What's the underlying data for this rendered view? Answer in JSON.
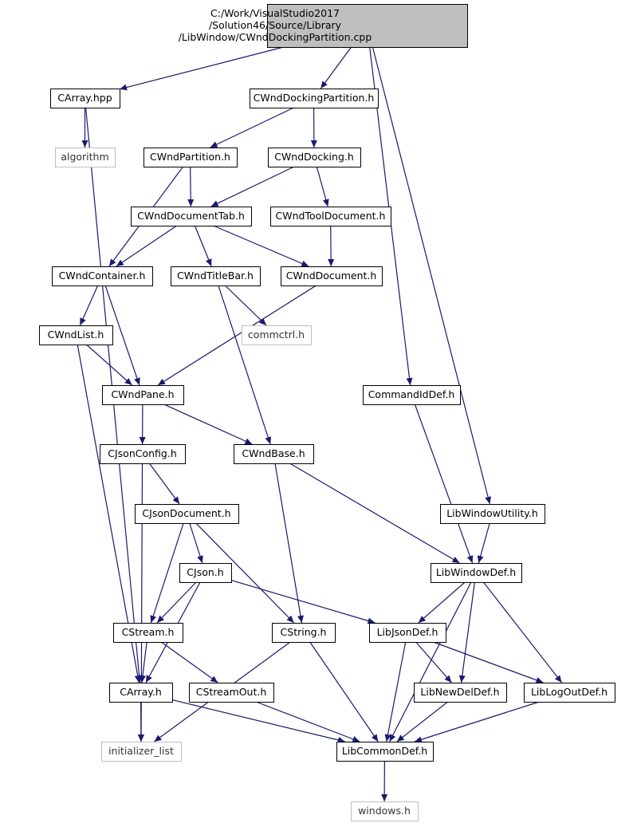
{
  "colors": {
    "edge": "#191970",
    "node_border": "#000000",
    "node_fill": "#ffffff",
    "root_fill": "#bfbfbf",
    "external_border": "#bfbfbf"
  },
  "nodes": [
    {
      "id": "root",
      "lines": [
        "C:/Work/VisualStudio2017",
        "/Solution46/Source/Library",
        "/LibWindow/CWndDockingPartition.cpp"
      ],
      "kind": "root"
    },
    {
      "id": "carray_hpp",
      "lines": [
        "CArray.hpp"
      ],
      "kind": "normal"
    },
    {
      "id": "algorithm",
      "lines": [
        "algorithm"
      ],
      "kind": "external"
    },
    {
      "id": "cwnddockingpartition_h",
      "lines": [
        "CWndDockingPartition.h"
      ],
      "kind": "normal"
    },
    {
      "id": "cwndpartition_h",
      "lines": [
        "CWndPartition.h"
      ],
      "kind": "normal"
    },
    {
      "id": "cwnddocking_h",
      "lines": [
        "CWndDocking.h"
      ],
      "kind": "normal"
    },
    {
      "id": "cwnddocumenttab_h",
      "lines": [
        "CWndDocumentTab.h"
      ],
      "kind": "normal"
    },
    {
      "id": "cwndtooldocument_h",
      "lines": [
        "CWndToolDocument.h"
      ],
      "kind": "normal"
    },
    {
      "id": "cwndcontainer_h",
      "lines": [
        "CWndContainer.h"
      ],
      "kind": "normal"
    },
    {
      "id": "cwndtitlebar_h",
      "lines": [
        "CWndTitleBar.h"
      ],
      "kind": "normal"
    },
    {
      "id": "cwnddocument_h",
      "lines": [
        "CWndDocument.h"
      ],
      "kind": "normal"
    },
    {
      "id": "commctrl_h",
      "lines": [
        "commctrl.h"
      ],
      "kind": "external"
    },
    {
      "id": "cwndlist_h",
      "lines": [
        "CWndList.h"
      ],
      "kind": "normal"
    },
    {
      "id": "cwndpane_h",
      "lines": [
        "CWndPane.h"
      ],
      "kind": "normal"
    },
    {
      "id": "commandiddef_h",
      "lines": [
        "CommandIdDef.h"
      ],
      "kind": "normal"
    },
    {
      "id": "cjsonconfig_h",
      "lines": [
        "CJsonConfig.h"
      ],
      "kind": "normal"
    },
    {
      "id": "cwndbase_h",
      "lines": [
        "CWndBase.h"
      ],
      "kind": "normal"
    },
    {
      "id": "cjsondocument_h",
      "lines": [
        "CJsonDocument.h"
      ],
      "kind": "normal"
    },
    {
      "id": "libwindowutility_h",
      "lines": [
        "LibWindowUtility.h"
      ],
      "kind": "normal"
    },
    {
      "id": "cjson_h",
      "lines": [
        "CJson.h"
      ],
      "kind": "normal"
    },
    {
      "id": "libwindowdef_h",
      "lines": [
        "LibWindowDef.h"
      ],
      "kind": "normal"
    },
    {
      "id": "cstream_h",
      "lines": [
        "CStream.h"
      ],
      "kind": "normal"
    },
    {
      "id": "cstring_h",
      "lines": [
        "CString.h"
      ],
      "kind": "normal"
    },
    {
      "id": "libjsondef_h",
      "lines": [
        "LibJsonDef.h"
      ],
      "kind": "normal"
    },
    {
      "id": "carray_h",
      "lines": [
        "CArray.h"
      ],
      "kind": "normal"
    },
    {
      "id": "cstreamout_h",
      "lines": [
        "CStreamOut.h"
      ],
      "kind": "normal"
    },
    {
      "id": "libnewdeldef_h",
      "lines": [
        "LibNewDelDef.h"
      ],
      "kind": "normal"
    },
    {
      "id": "liblogoutdef_h",
      "lines": [
        "LibLogOutDef.h"
      ],
      "kind": "normal"
    },
    {
      "id": "initializer_list",
      "lines": [
        "initializer_list"
      ],
      "kind": "external"
    },
    {
      "id": "libcommondef_h",
      "lines": [
        "LibCommonDef.h"
      ],
      "kind": "normal"
    },
    {
      "id": "windows_h",
      "lines": [
        "windows.h"
      ],
      "kind": "external"
    }
  ],
  "edges": [
    [
      "root",
      "carray_hpp"
    ],
    [
      "root",
      "cwnddockingpartition_h"
    ],
    [
      "root",
      "commandiddef_h"
    ],
    [
      "root",
      "libwindowutility_h"
    ],
    [
      "carray_hpp",
      "algorithm"
    ],
    [
      "carray_hpp",
      "carray_h"
    ],
    [
      "cwnddockingpartition_h",
      "cwndpartition_h"
    ],
    [
      "cwnddockingpartition_h",
      "cwnddocking_h"
    ],
    [
      "cwndpartition_h",
      "cwnddocumenttab_h"
    ],
    [
      "cwndpartition_h",
      "cwndcontainer_h"
    ],
    [
      "cwnddocking_h",
      "cwnddocumenttab_h"
    ],
    [
      "cwnddocking_h",
      "cwndtooldocument_h"
    ],
    [
      "cwnddocumenttab_h",
      "cwndcontainer_h"
    ],
    [
      "cwnddocumenttab_h",
      "cwndtitlebar_h"
    ],
    [
      "cwnddocumenttab_h",
      "cwnddocument_h"
    ],
    [
      "cwndtooldocument_h",
      "cwnddocument_h"
    ],
    [
      "cwndcontainer_h",
      "cwndlist_h"
    ],
    [
      "cwndcontainer_h",
      "cwndpane_h"
    ],
    [
      "cwndtitlebar_h",
      "commctrl_h"
    ],
    [
      "cwndtitlebar_h",
      "cwndbase_h"
    ],
    [
      "cwnddocument_h",
      "cwndpane_h"
    ],
    [
      "cwndlist_h",
      "cwndpane_h"
    ],
    [
      "cwndlist_h",
      "carray_h"
    ],
    [
      "cwndpane_h",
      "cjsonconfig_h"
    ],
    [
      "cwndpane_h",
      "cwndbase_h"
    ],
    [
      "commandiddef_h",
      "libwindowdef_h"
    ],
    [
      "cjsonconfig_h",
      "cjsondocument_h"
    ],
    [
      "cjsonconfig_h",
      "initializer_list"
    ],
    [
      "cwndbase_h",
      "libwindowdef_h"
    ],
    [
      "cwndbase_h",
      "cstring_h"
    ],
    [
      "cjsondocument_h",
      "cjson_h"
    ],
    [
      "cjsondocument_h",
      "cstream_h"
    ],
    [
      "cjsondocument_h",
      "cstring_h"
    ],
    [
      "libwindowutility_h",
      "libwindowdef_h"
    ],
    [
      "cjson_h",
      "cstream_h"
    ],
    [
      "cjson_h",
      "carray_h"
    ],
    [
      "cjson_h",
      "libjsondef_h"
    ],
    [
      "libwindowdef_h",
      "libjsondef_h"
    ],
    [
      "libwindowdef_h",
      "libnewdeldef_h"
    ],
    [
      "libwindowdef_h",
      "liblogoutdef_h"
    ],
    [
      "libwindowdef_h",
      "libcommondef_h"
    ],
    [
      "cstream_h",
      "carray_h"
    ],
    [
      "cstream_h",
      "cstreamout_h"
    ],
    [
      "cstring_h",
      "initializer_list"
    ],
    [
      "cstring_h",
      "libcommondef_h"
    ],
    [
      "libjsondef_h",
      "libnewdeldef_h"
    ],
    [
      "libjsondef_h",
      "liblogoutdef_h"
    ],
    [
      "libjsondef_h",
      "libcommondef_h"
    ],
    [
      "carray_h",
      "initializer_list"
    ],
    [
      "carray_h",
      "libcommondef_h"
    ],
    [
      "cstreamout_h",
      "libcommondef_h"
    ],
    [
      "libnewdeldef_h",
      "libcommondef_h"
    ],
    [
      "liblogoutdef_h",
      "libcommondef_h"
    ],
    [
      "libcommondef_h",
      "windows_h"
    ]
  ]
}
